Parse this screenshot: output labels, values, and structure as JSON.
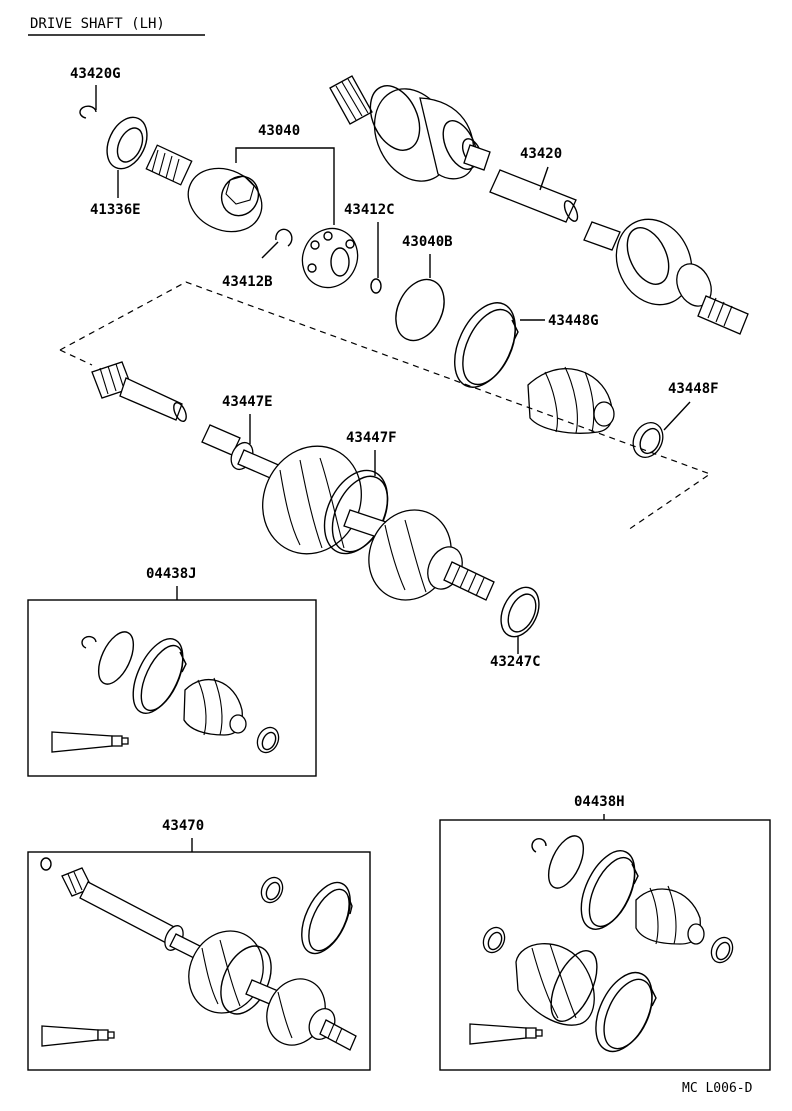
{
  "title": "DRIVE SHAFT (LH)",
  "drawing_code": "MC L006-D",
  "part_labels": {
    "p43420G": "43420G",
    "p41336E": "41336E",
    "p43040": "43040",
    "p43412B": "43412B",
    "p43412C": "43412C",
    "p43420": "43420",
    "p43040B": "43040B",
    "p43448G": "43448G",
    "p43448F": "43448F",
    "p43447E": "43447E",
    "p43447F": "43447F",
    "p04438J": "04438J",
    "p43247C": "43247C",
    "p43470": "43470",
    "p04438H": "04438H"
  }
}
